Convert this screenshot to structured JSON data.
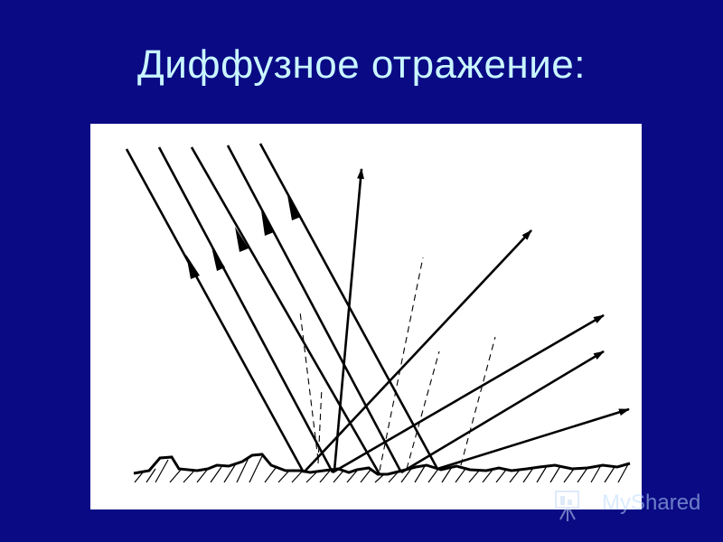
{
  "slide": {
    "title": "Диффузное отражение:"
  },
  "figure": {
    "background": "#ffffff",
    "line_color": "#000000",
    "description_icon": "diffuse-reflection-diagram"
  },
  "watermark": {
    "text": "MyShared",
    "icon": "presentation-board-icon"
  },
  "colors": {
    "slide_background": "#0a0a84",
    "title_text": "#c9f6ff"
  }
}
